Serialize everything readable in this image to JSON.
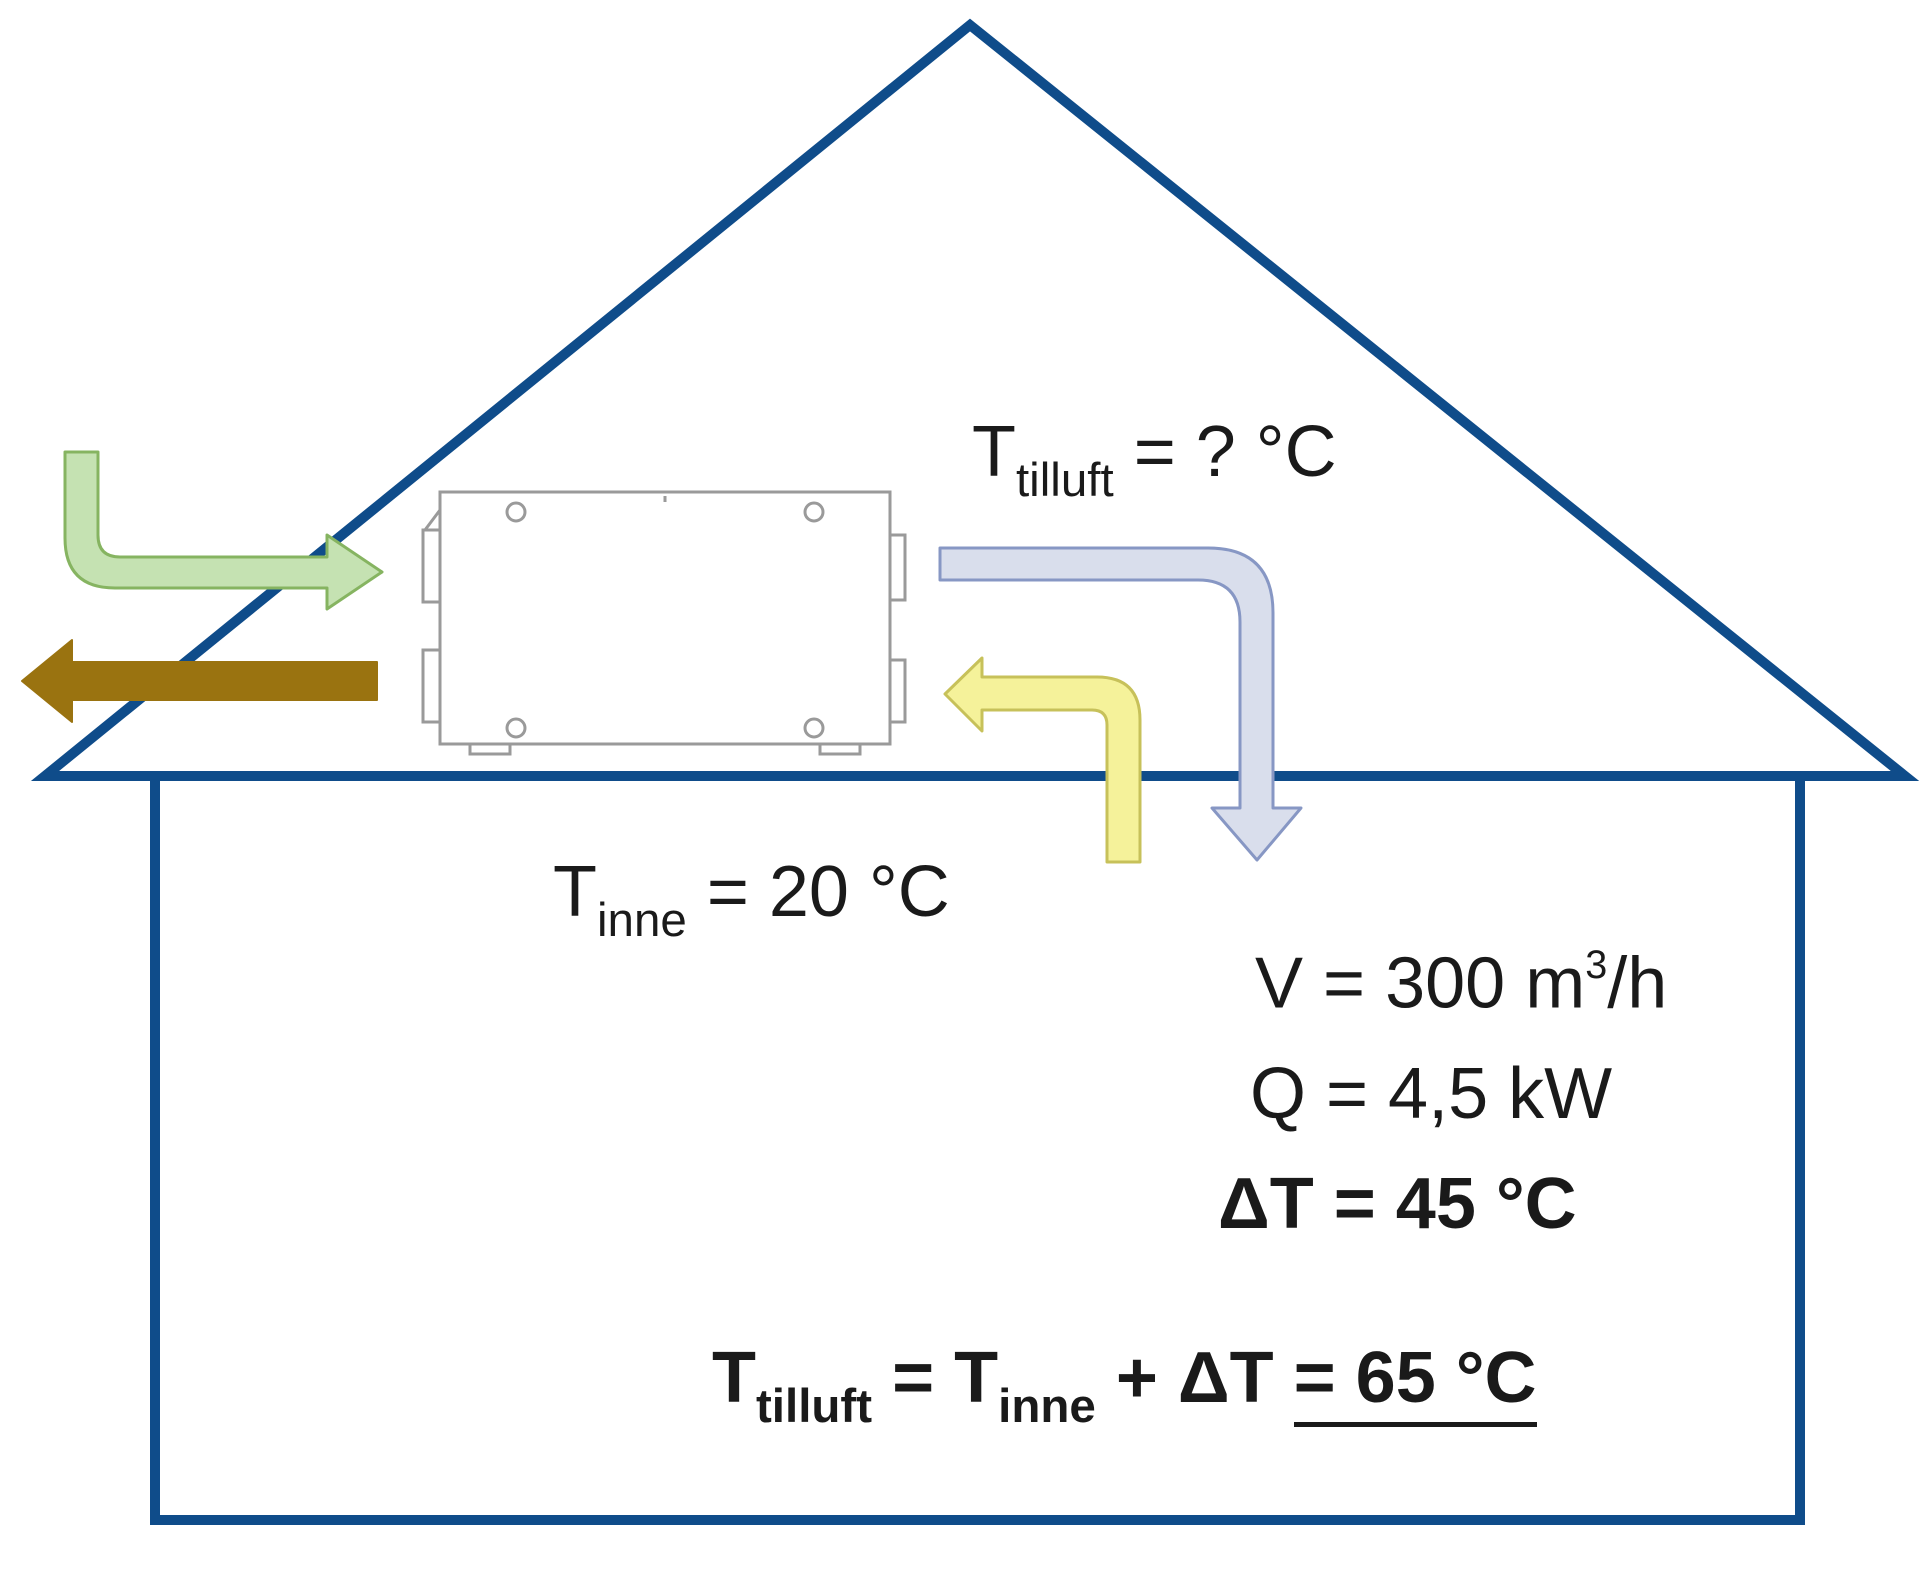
{
  "colors": {
    "house_outline": "#0f4c8a",
    "outdoor_air_arrow": "#c5e2b2",
    "outdoor_air_arrow_edge": "#86b461",
    "exhaust_arrow": "#9a7310",
    "supply_air_arrow": "#d9deec",
    "supply_air_arrow_edge": "#8797c4",
    "extract_air_arrow": "#f5f29a",
    "extract_air_arrow_edge": "#c7c15a",
    "unit_outline": "#9a9a9a"
  },
  "icons": {
    "ventilation_unit": "heat-recovery-ventilation-unit",
    "outdoor_air": "arrow-right-icon",
    "exhaust_air": "arrow-left-icon",
    "supply_air": "arrow-down-icon",
    "extract_air": "arrow-left-icon"
  },
  "labels": {
    "t_supply_q": {
      "sym": "T",
      "sub": "tilluft",
      "rest": " = ? °C"
    },
    "t_indoor": {
      "sym": "T",
      "sub": "inne",
      "rest": " = 20 °C"
    },
    "flow": {
      "pre": "V = 300 m",
      "sup": "3",
      "post": "/h"
    },
    "heat": "Q = 4,5 kW",
    "delta": "ΔT = 45 °C",
    "result": {
      "t1": "T",
      "s1": "tilluft",
      "mid": " = T",
      "s2": "inne",
      "plus": " + ΔT ",
      "answer": "= 65 °C"
    }
  }
}
